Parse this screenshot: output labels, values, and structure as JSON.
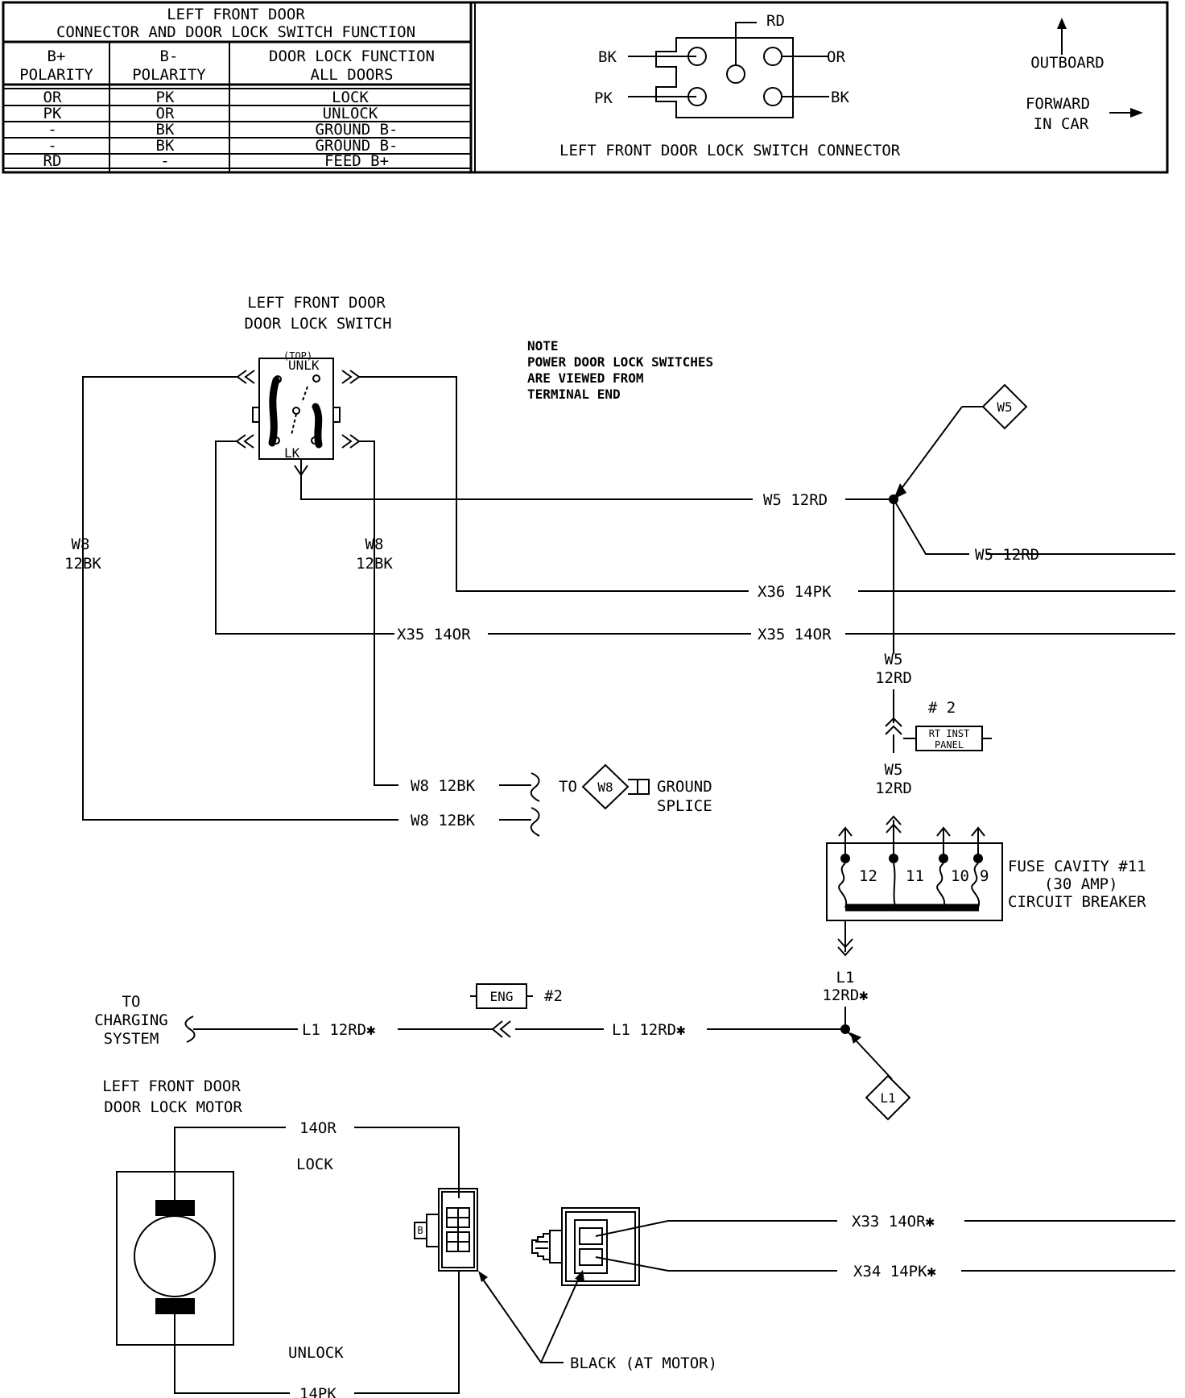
{
  "table": {
    "title_line1": "LEFT FRONT DOOR",
    "title_line2": "CONNECTOR AND DOOR LOCK SWITCH FUNCTION",
    "headers": [
      {
        "line1": "B+",
        "line2": "POLARITY"
      },
      {
        "line1": "B-",
        "line2": "POLARITY"
      },
      {
        "line1": "DOOR LOCK FUNCTION",
        "line2": "ALL DOORS"
      }
    ],
    "rows": [
      [
        "OR",
        "PK",
        "LOCK"
      ],
      [
        "PK",
        "OR",
        "UNLOCK"
      ],
      [
        "-",
        "BK",
        "GROUND B-"
      ],
      [
        "-",
        "BK",
        "GROUND B-"
      ],
      [
        "RD",
        "-",
        "FEED B+"
      ]
    ]
  },
  "connector_view": {
    "pins": {
      "bk_top": "BK",
      "rd": "RD",
      "or": "OR",
      "pk": "PK",
      "bk_bottom": "BK"
    },
    "caption": "LEFT FRONT DOOR LOCK SWITCH CONNECTOR",
    "outboard": "OUTBOARD",
    "forward_line1": "FORWARD",
    "forward_line2": "IN CAR"
  },
  "switch": {
    "title_line1": "LEFT FRONT DOOR",
    "title_line2": "DOOR LOCK SWITCH",
    "top": "(TOP)",
    "unlk": "UNLK",
    "lk": "LK"
  },
  "note": [
    "NOTE",
    "POWER DOOR LOCK SWITCHES",
    "ARE VIEWED FROM",
    "TERMINAL END"
  ],
  "wires": {
    "w8_left": {
      "id": "W8",
      "gauge": "12BK"
    },
    "w8_right": {
      "id": "W8",
      "gauge": "12BK"
    },
    "w5_main": "W5  12RD",
    "w5_branch": "W5  12RD",
    "x36": "X36  14PK",
    "x35_left": "X35  14OR",
    "x35_right": "X35  14OR",
    "w5_vert_a": {
      "id": "W5",
      "gauge": "12RD"
    },
    "w5_vert_b": {
      "id": "W5",
      "gauge": "12RD"
    },
    "w8_ground_a": "W8  12BK",
    "w8_ground_b": "W8  12BK",
    "l1_vert": {
      "id": "L1",
      "gauge": "12RD✱"
    },
    "l1_right": "L1  12RD✱",
    "l1_left": "L1  12RD✱",
    "m_14or": "14OR",
    "m_14pk": "14PK",
    "x33": "X33  14OR✱",
    "x34": "X34  14PK✱"
  },
  "splice_tags": {
    "w5": "W5",
    "l1": "L1",
    "w8": "W8"
  },
  "ground": {
    "to": "TO",
    "line1": "GROUND",
    "line2": "SPLICE"
  },
  "connector_tag": {
    "num": "# 2",
    "line1": "RT INST",
    "line2": "PANEL"
  },
  "eng_tag": {
    "label": "ENG",
    "num": "#2"
  },
  "fuse": {
    "cavities": [
      "12",
      "11",
      "10",
      "9"
    ],
    "line1": "FUSE CAVITY #11",
    "line2": "(30 AMP)",
    "line3": "CIRCUIT BREAKER"
  },
  "charging": [
    "TO",
    "CHARGING",
    "SYSTEM"
  ],
  "motor": {
    "title_line1": "LEFT FRONT DOOR",
    "title_line2": "DOOR LOCK MOTOR",
    "lock": "LOCK",
    "unlock": "UNLOCK",
    "black_note": "BLACK (AT MOTOR)",
    "plug_letter": "B"
  }
}
